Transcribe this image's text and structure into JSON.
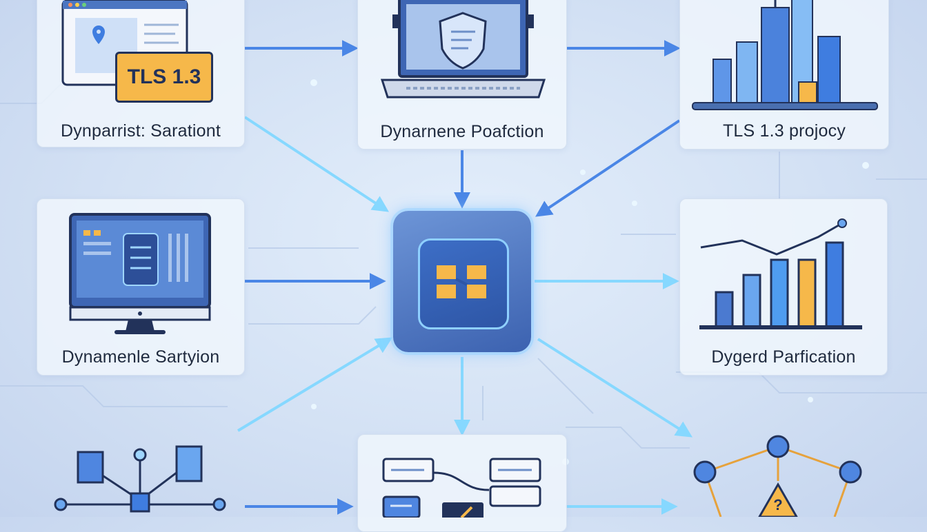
{
  "nodes": {
    "top_left": {
      "label": "Dynparrist: Sarationt",
      "badge": "TLS 1.3"
    },
    "top_center": {
      "label": "Dynarnene Poafction"
    },
    "top_right": {
      "label": "TLS 1.3 projocy"
    },
    "middle_left": {
      "label": "Dynamenle Sartyion"
    },
    "middle_right": {
      "label": "Dygerd Parfication"
    },
    "bottom_left": {
      "label": ""
    },
    "bottom_center": {
      "label": ""
    },
    "bottom_right": {
      "label": "",
      "symbol": "?"
    }
  },
  "hub": {
    "icon": "connection-icon"
  },
  "colors": {
    "accent_blue": "#3f7de0",
    "glow_cyan": "#7fd4ff",
    "badge_orange": "#f6b84a",
    "dark_navy": "#22325a"
  }
}
